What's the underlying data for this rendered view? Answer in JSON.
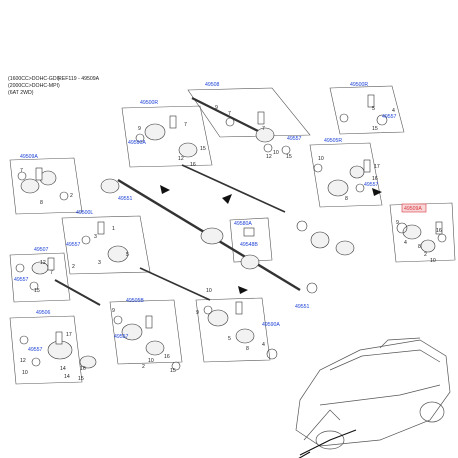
{
  "header": {
    "line1": "(1600CC>DOHC-GDI)",
    "line2": "(2000CC>DOHC-MPI)",
    "line3": "(6AT 2WD)",
    "ref_note": "REF119 - 49509A"
  },
  "colors": {
    "ref_link": "#1a3fd6",
    "highlight": "#d9363e",
    "line": "#333333"
  },
  "ref_labels": {
    "r49508": "49508",
    "r49500R": "49500R",
    "r49500R_b": "49500R",
    "r49590A_a": "49590A",
    "r49557_a": "49557",
    "r49557_b": "49557",
    "r49505R": "49505R",
    "r49557_c": "49557",
    "r49509A_a": "49509A",
    "r49509A_hl": "49509A",
    "r49551_a": "49551",
    "r49500L": "49500L",
    "r49557_d": "49557",
    "r49580A": "49580A",
    "r49548B": "49548B",
    "r49507": "49507",
    "r49557_e": "49557",
    "r49505B": "49505B",
    "r49557_f": "49557",
    "r49506": "49506",
    "r49557_g": "49557",
    "r49590A_b": "49590A",
    "r49551_b": "49551"
  },
  "numbers": [
    "9",
    "7",
    "7",
    "10",
    "12",
    "15",
    "9",
    "7",
    "12",
    "16",
    "15",
    "5",
    "4",
    "15",
    "10",
    "8",
    "17",
    "16",
    "8",
    "7",
    "2",
    "3",
    "1",
    "3",
    "5",
    "12",
    "15",
    "7",
    "2",
    "9",
    "10",
    "5",
    "8",
    "4",
    "10",
    "16",
    "15",
    "9",
    "2",
    "14",
    "17",
    "12",
    "16",
    "15",
    "14",
    "10",
    "16",
    "8",
    "4",
    "2",
    "9",
    "10"
  ]
}
